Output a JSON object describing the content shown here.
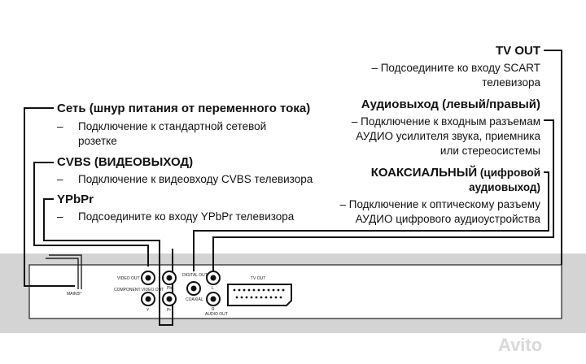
{
  "left": {
    "power": {
      "title": "Сеть (шнур питания от переменного тока)",
      "desc_line1": "Подключение к стандартной сетевой",
      "desc_line2": "розетке"
    },
    "cvbs": {
      "title": "CVBS (ВИДЕОВЫХОД)",
      "desc_line1": "Подключение к видеовходу CVBS телевизора"
    },
    "ypbpr": {
      "title": "YPbPr",
      "desc_line1": "Подсоедините ко входу YPbPr телевизора"
    },
    "dash": "–"
  },
  "right": {
    "tvout": {
      "title": "TV OUT",
      "desc_line1": "– Подсоедините ко входу SCART",
      "desc_line2": "телевизора"
    },
    "audio": {
      "title": "Аудиовыход (левый/правый)",
      "desc_line1": "– Подключение к входным разъемам",
      "desc_line2": "АУДИО усилителя звука, приемника",
      "desc_line3": "или стереосистемы"
    },
    "coax": {
      "title_bold": "КОАКСИАЛЬНЫЙ",
      "title_rest": " (цифровой",
      "title_line2": "аудиовыход)",
      "desc_line1": "– Подключение к оптическому разъему",
      "desc_line2": "АУДИО цифрового аудиоустройства"
    }
  },
  "panel": {
    "mains": "MAINS",
    "video_out": "VIDEO OUT",
    "component_video_out": "COMPONENT VIDEO OUT",
    "pb": "Pb",
    "y": "Y",
    "pr": "Pr",
    "digital_out": "DIGITAL OUT",
    "coaxial": "COAXIAL",
    "l": "L",
    "r": "R",
    "audio_out": "AUDIO OUT",
    "tv_out": "TV OUT"
  },
  "watermark": "Avito"
}
